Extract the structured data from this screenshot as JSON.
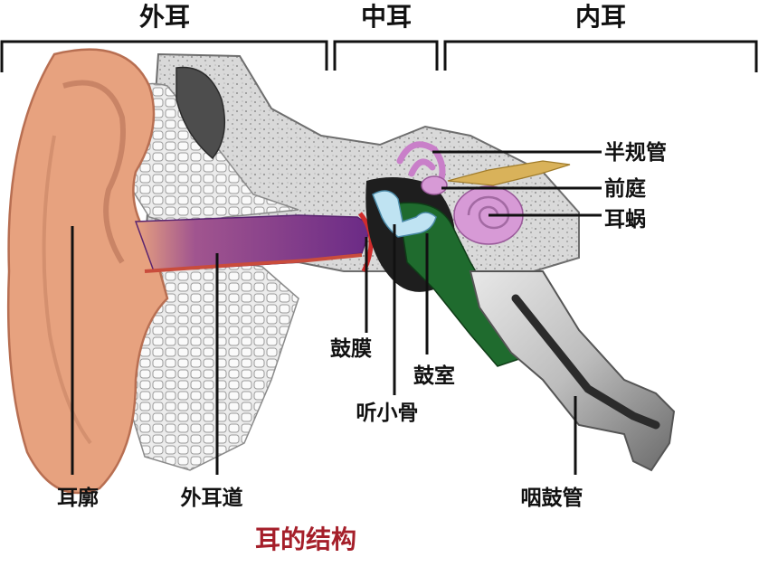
{
  "sections": {
    "outer": "外耳",
    "middle": "中耳",
    "inner": "内耳"
  },
  "labels": {
    "semicircular_canals": "半规管",
    "vestibule": "前庭",
    "cochlea": "耳蜗",
    "eardrum": "鼓膜",
    "ossicles": "听小骨",
    "tympanic_cavity": "鼓室",
    "auricle": "耳廓",
    "ear_canal": "外耳道",
    "eustachian_tube": "咽鼓管"
  },
  "caption": "耳的结构",
  "colors": {
    "skin": "#e7a27f",
    "canal": "#7a2f8f",
    "tympanic_cavity": "#1f6b2e",
    "inner_ear": "#d79ad6",
    "bone": "#d7d7d7",
    "caption": "#a51f2a"
  }
}
